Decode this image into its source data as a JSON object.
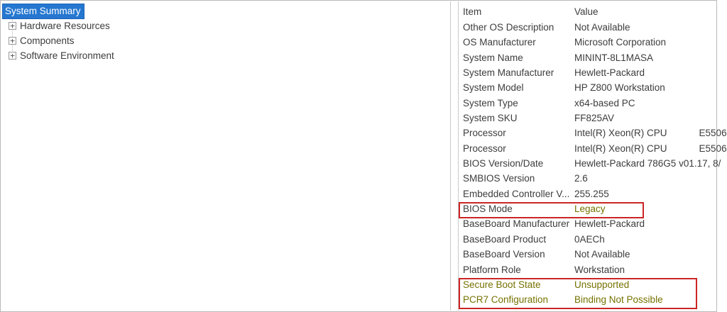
{
  "colors": {
    "selection_bg": "#2577d0",
    "annotation_red": "#cc2525",
    "emphasis_olive": "#767200",
    "text": "#3c3c3c",
    "border": "#b9b9b9"
  },
  "tree": {
    "expand_glyph": "+",
    "items": [
      {
        "label": "System Summary",
        "selected": true,
        "expandable": false
      },
      {
        "label": "Hardware Resources",
        "selected": false,
        "expandable": true
      },
      {
        "label": "Components",
        "selected": false,
        "expandable": true
      },
      {
        "label": "Software Environment",
        "selected": false,
        "expandable": true
      }
    ]
  },
  "details": {
    "columns": [
      "Item",
      "Value"
    ],
    "rows": [
      {
        "item": "Other OS Description",
        "value": "Not Available",
        "emphasis": "none"
      },
      {
        "item": "OS Manufacturer",
        "value": "Microsoft Corporation",
        "emphasis": "none"
      },
      {
        "item": "System Name",
        "value": "MININT-8L1MASA",
        "emphasis": "none"
      },
      {
        "item": "System Manufacturer",
        "value": "Hewlett-Packard",
        "emphasis": "none"
      },
      {
        "item": "System Model",
        "value": "HP Z800 Workstation",
        "emphasis": "none"
      },
      {
        "item": "System Type",
        "value": "x64-based PC",
        "emphasis": "none"
      },
      {
        "item": "System SKU",
        "value": "FF825AV",
        "emphasis": "none"
      },
      {
        "item": "Processor",
        "value": "Intel(R) Xeon(R) CPU            E5506",
        "emphasis": "none"
      },
      {
        "item": "Processor",
        "value": "Intel(R) Xeon(R) CPU            E5506",
        "emphasis": "none"
      },
      {
        "item": "BIOS Version/Date",
        "value": "Hewlett-Packard 786G5 v01.17, 8/",
        "emphasis": "none"
      },
      {
        "item": "SMBIOS Version",
        "value": "2.6",
        "emphasis": "none"
      },
      {
        "item": "Embedded Controller V...",
        "value": "255.255",
        "emphasis": "none"
      },
      {
        "item": "BIOS Mode",
        "value": "Legacy",
        "emphasis": "value"
      },
      {
        "item": "BaseBoard Manufacturer",
        "value": "Hewlett-Packard",
        "emphasis": "none"
      },
      {
        "item": "BaseBoard Product",
        "value": "0AECh",
        "emphasis": "none"
      },
      {
        "item": "BaseBoard Version",
        "value": "Not Available",
        "emphasis": "none"
      },
      {
        "item": "Platform Role",
        "value": "Workstation",
        "emphasis": "none"
      },
      {
        "item": "Secure Boot State",
        "value": "Unsupported",
        "emphasis": "both"
      },
      {
        "item": "PCR7 Configuration",
        "value": "Binding Not Possible",
        "emphasis": "both"
      }
    ]
  },
  "annotations": {
    "boxes": [
      {
        "name": "bios-mode-highlight",
        "first_row": 12,
        "last_row": 12
      },
      {
        "name": "secure-boot-highlight",
        "first_row": 17,
        "last_row": 18
      }
    ]
  }
}
